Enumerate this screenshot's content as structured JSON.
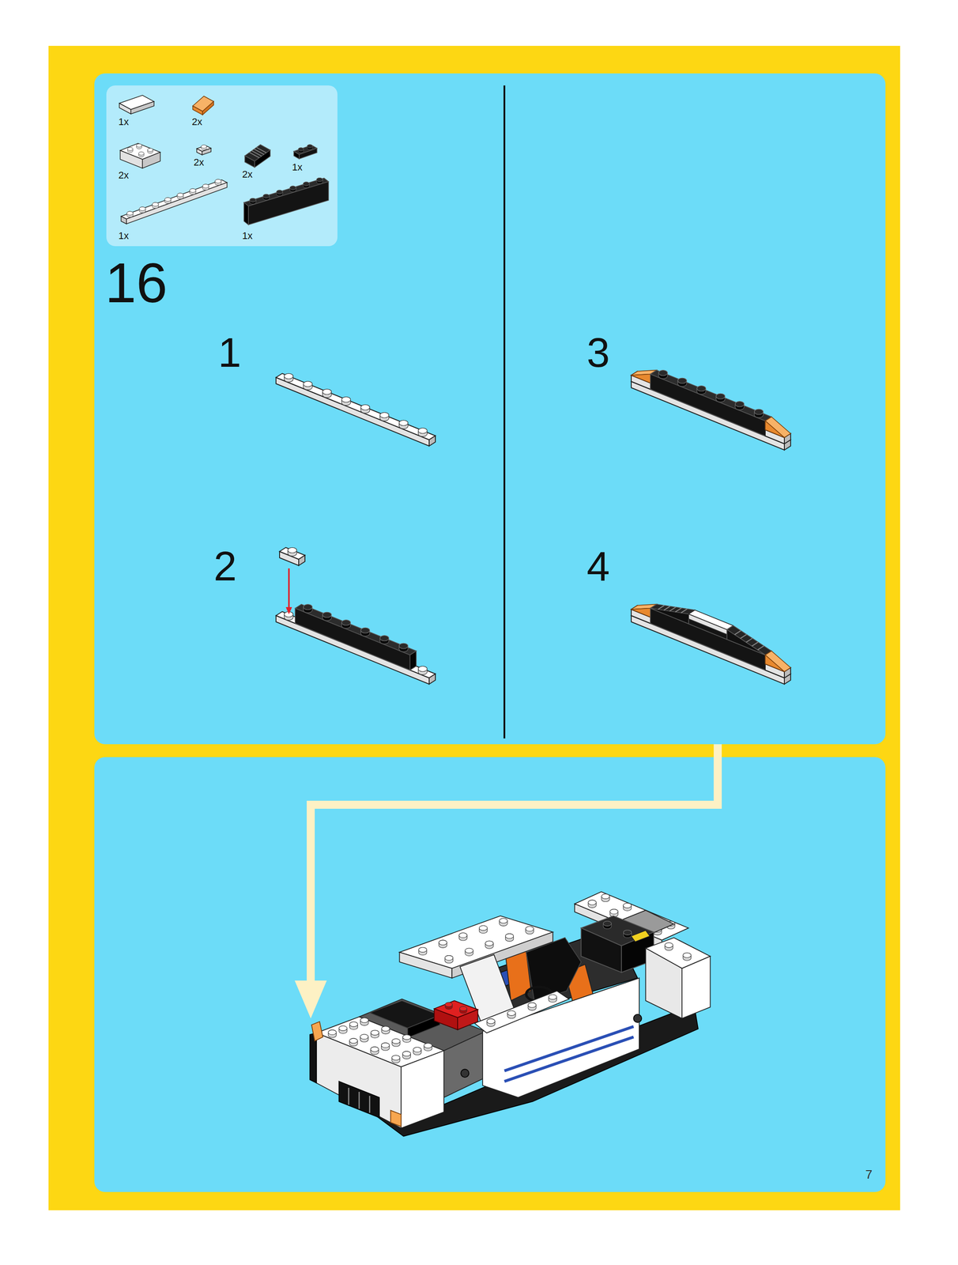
{
  "diagram": {
    "nodes": [
      {
        "text": [
          "16",
          "1",
          "2",
          "3",
          "4"
        ]
      },
      {
        "text": [
          "1x",
          "2x",
          "2x",
          "2x",
          "2x",
          "1x",
          "1x",
          "1x"
        ],
        "in": 0
      },
      {
        "text": [
          "7"
        ]
      }
    ],
    "edges": [
      {
        "from": 0,
        "to": 2,
        "arrow": "to"
      }
    ]
  }
}
